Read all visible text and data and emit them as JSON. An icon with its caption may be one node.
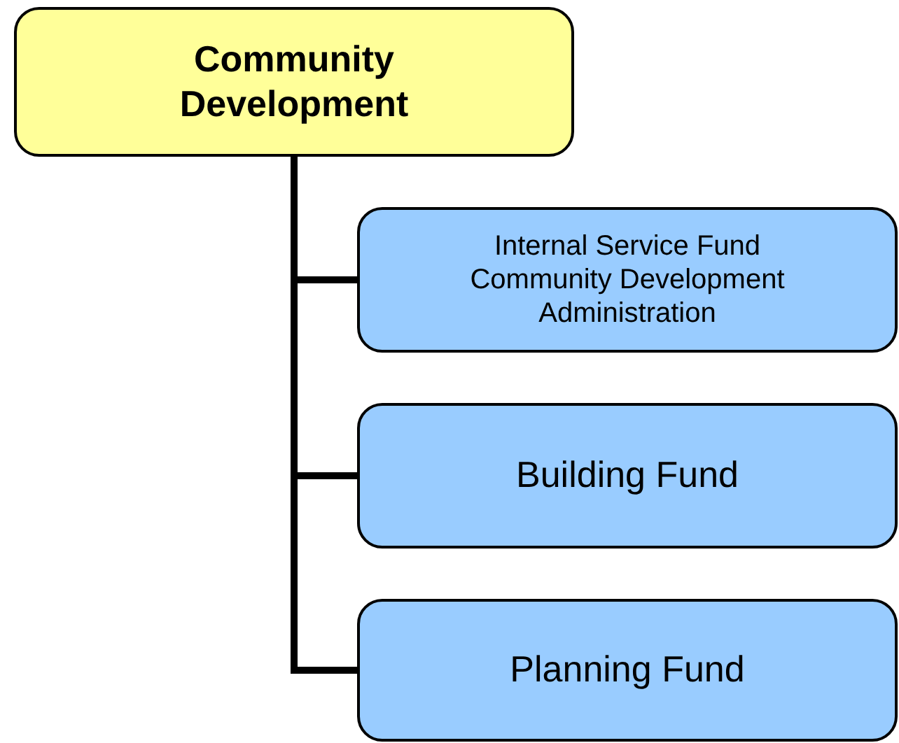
{
  "diagram": {
    "nodes": [
      {
        "text": [
          "Community Development"
        ]
      },
      {
        "text": [
          "Internal Service Fund Community Development Administration"
        ]
      },
      {
        "text": [
          "Building Fund"
        ]
      },
      {
        "text": [
          "Planning Fund"
        ]
      }
    ],
    "edges": [
      {
        "from": 0,
        "to": 1,
        "arrow": "none"
      },
      {
        "from": 0,
        "to": 2,
        "arrow": "none"
      },
      {
        "from": 0,
        "to": 3,
        "arrow": "none"
      }
    ]
  }
}
